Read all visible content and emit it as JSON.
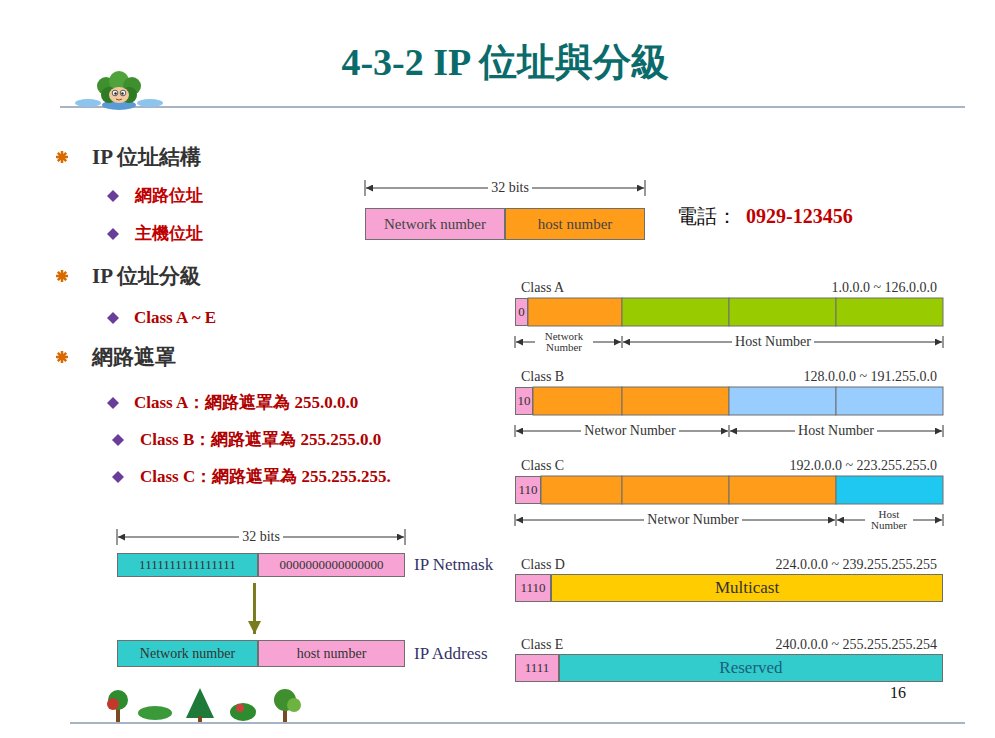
{
  "diagram": {
    "title": "4-3-2 IP 位址與分級",
    "nodes": [
      {
        "text": [
          "Network number"
        ]
      },
      {
        "text": [
          "host number"
        ]
      },
      {
        "text": [
          "0"
        ]
      },
      {
        "text": [
          "10"
        ]
      },
      {
        "text": [
          "110"
        ]
      },
      {
        "text": [
          "1111111111111111"
        ]
      },
      {
        "text": [
          "0000000000000000"
        ]
      },
      {
        "text": [
          "1110"
        ]
      },
      {
        "text": [
          "Multicast"
        ]
      },
      {
        "text": [
          "Network number"
        ]
      },
      {
        "text": [
          "host number"
        ]
      },
      {
        "text": [
          "1111"
        ]
      },
      {
        "text": [
          "Reserved"
        ]
      }
    ],
    "edges": [
      {
        "from": 5,
        "to": 9,
        "arrow": "to"
      }
    ],
    "labels": [
      "IP 位址結構",
      "網路位址",
      "主機位址",
      "32 bits",
      "電話：",
      "0929-123456",
      "IP 位址分級",
      "Class A",
      "1.0.0.0 ~ 126.0.0.0",
      "Class A ~ E",
      "Network Number",
      "Host Number",
      "網路遮罩",
      "Class B",
      "128.0.0.0 ~ 191.255.0.0",
      "Class A：網路遮罩為 255.0.0.0",
      "Networ Number",
      "Host Number",
      "Class B：網路遮罩為 255.255.0.0",
      "Class C",
      "192.0.0.0 ~ 223.255.255.0",
      "Class C：網路遮罩為 255.255.255.",
      "Networ Number",
      "Host Number",
      "32 bits",
      "IP Netmask",
      "Class D",
      "224.0.0.0 ~ 239.255.255.255",
      "IP Address",
      "Class E",
      "240.0.0.0 ~ 255.255.255.254",
      "16"
    ]
  }
}
